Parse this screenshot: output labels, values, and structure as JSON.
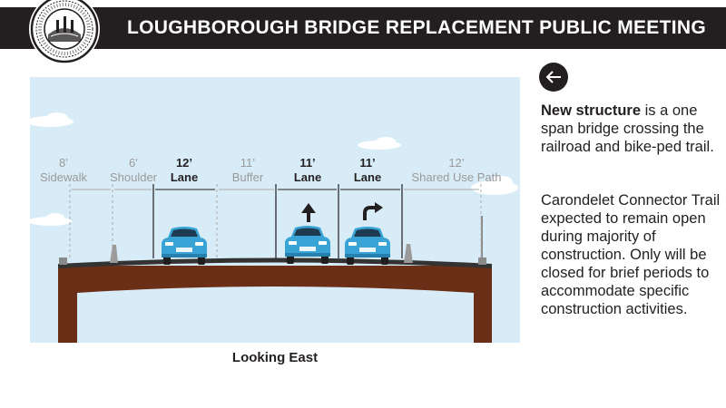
{
  "header": {
    "title": "LOUGHBOROUGH BRIDGE REPLACEMENT PUBLIC MEETING",
    "seal_text": "THE COMMON SEAL OF THE CITY OF ST. LOUIS"
  },
  "diagram": {
    "lanes": [
      {
        "width": "8’",
        "name": "Sidewalk",
        "emphasis": false
      },
      {
        "width": "6’",
        "name": "Shoulder",
        "emphasis": false
      },
      {
        "width": "12’",
        "name": "Lane",
        "emphasis": true
      },
      {
        "width": "11’",
        "name": "Buffer",
        "emphasis": false
      },
      {
        "width": "11’",
        "name": "Lane",
        "emphasis": true
      },
      {
        "width": "11’",
        "name": "Lane",
        "emphasis": true
      },
      {
        "width": "12’",
        "name": "Shared Use Path",
        "emphasis": false
      }
    ],
    "caption": "Looking East",
    "colors": {
      "sky": "#d8ecf7",
      "deck": "#6b2e16",
      "car": "#3aa3d6",
      "road": "#333333",
      "dim_text": "#9a9a9a",
      "strong_text": "#231f20"
    },
    "icons": [
      "arrow-straight-icon",
      "arrow-right-turn-icon"
    ]
  },
  "sidebar": {
    "back_icon": "arrow-left-icon",
    "p1_bold": "New structure",
    "p1_rest": " is a one span bridge crossing the railroad and bike-ped trail.",
    "p2": "Carondelet Connector Trail expected to remain open during majority of construction. Only will be closed for brief periods to accommodate specific construction activities."
  }
}
